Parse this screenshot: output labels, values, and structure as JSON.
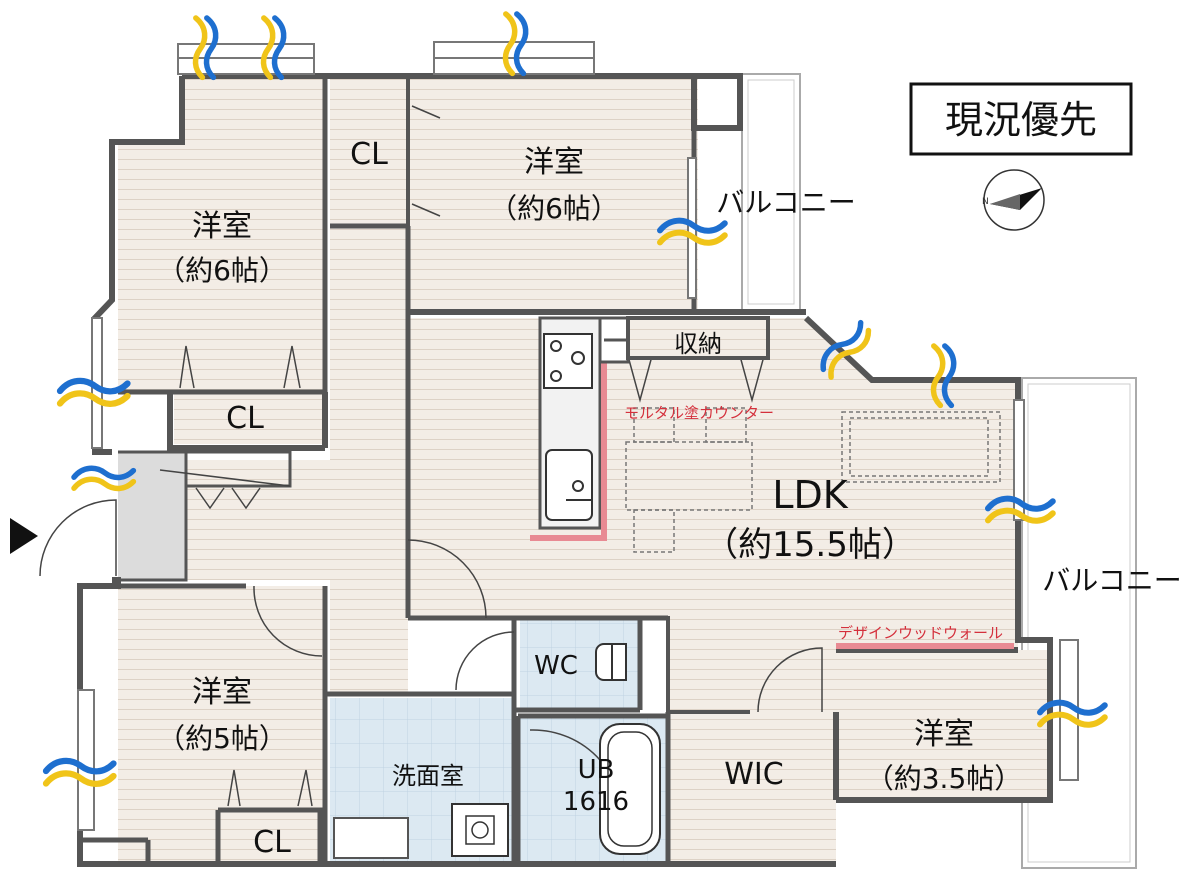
{
  "badge": {
    "text": "現況優先"
  },
  "rooms": {
    "western_top_left": {
      "name": "洋室",
      "size": "（約6帖）"
    },
    "closet_top": {
      "name": "CL"
    },
    "western_top_center": {
      "name": "洋室",
      "size": "（約6帖）"
    },
    "closet_left": {
      "name": "CL"
    },
    "ldk": {
      "name": "LDK",
      "size": "（約15.5帖）"
    },
    "storage": {
      "name": "収納"
    },
    "western_bottom_left": {
      "name": "洋室",
      "size": "（約5帖）"
    },
    "closet_bottom": {
      "name": "CL"
    },
    "washroom": {
      "name": "洗面室"
    },
    "wc": {
      "name": "WC"
    },
    "bath": {
      "name": "UB",
      "size": "1616"
    },
    "wic": {
      "name": "WIC"
    },
    "western_bottom_right": {
      "name": "洋室",
      "size": "（約3.5帖）"
    }
  },
  "balconies": {
    "top": "バルコニー",
    "right": "バルコニー"
  },
  "annotations": {
    "mortar_counter": "モルタル塗カウンター",
    "design_wood_wall": "デザインウッドウォール"
  },
  "colors": {
    "wall": "#555555",
    "floor": "#f3ede6",
    "floor_line": "#ddd2c6",
    "wet_area": "#dce9f2",
    "entrance": "#dcdcdc",
    "accent_pink": "#e88a93",
    "annotation_red": "#d4303c",
    "wind_blue": "#1e6fcf",
    "wind_yellow": "#f0c419"
  },
  "icons": [
    "entrance-arrow-icon",
    "compass-icon",
    "ventilation-wind-icon",
    "stove-icon",
    "sink-icon",
    "toilet-icon",
    "bathtub-icon",
    "washbasin-icon"
  ]
}
